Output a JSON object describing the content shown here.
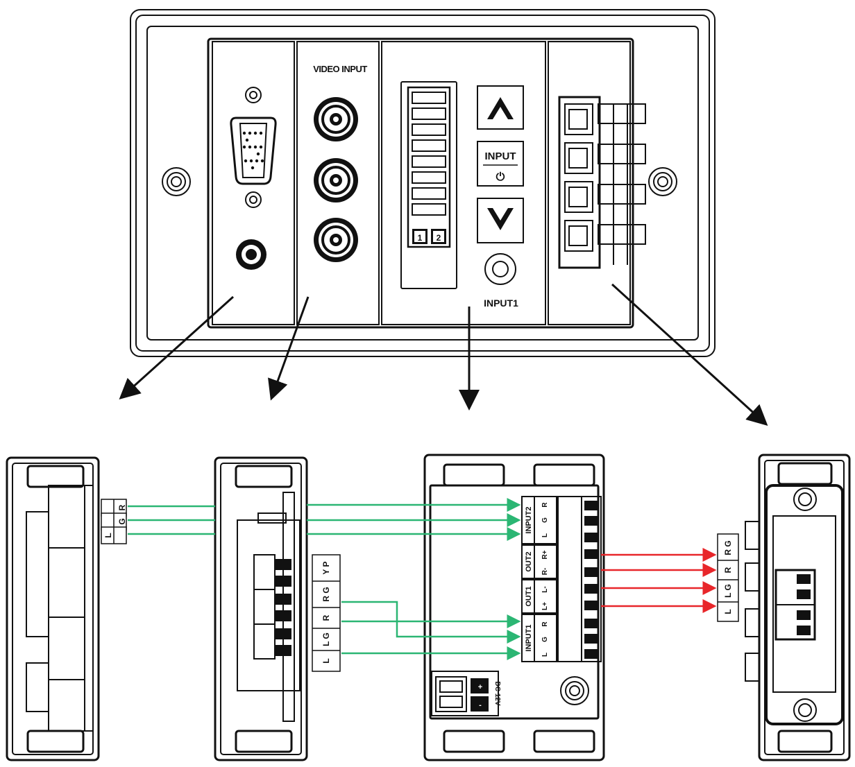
{
  "front_panel": {
    "video_input_label": "VIDEO INPUT",
    "input_button_label": "INPUT",
    "power_symbol": "⏻",
    "input1_label": "INPUT1",
    "led_labels": [
      "1",
      "2"
    ]
  },
  "module_audio": {
    "pins": [
      "R",
      "G",
      "L"
    ]
  },
  "module_video": {
    "pins": [
      "Y P",
      "R G",
      "R",
      "L G",
      "L"
    ]
  },
  "module_main": {
    "input2_group": "INPUT2",
    "out2_group": "OUT2",
    "out1_group": "OUT1",
    "input1_group": "INPUT1",
    "input2_pins": [
      "R",
      "G",
      "L"
    ],
    "out2_pins": [
      "R+",
      "R-"
    ],
    "out1_pins": [
      "L-",
      "L+"
    ],
    "input1_pins": [
      "R",
      "G",
      "L"
    ],
    "power_label": "DC 12V",
    "power_pins": [
      "+",
      "-"
    ]
  },
  "module_speaker": {
    "pins": [
      "R G",
      "R",
      "L G",
      "L"
    ]
  },
  "colors": {
    "line": "#111111",
    "signal_green": "#2bb673",
    "signal_red": "#e8262a"
  }
}
